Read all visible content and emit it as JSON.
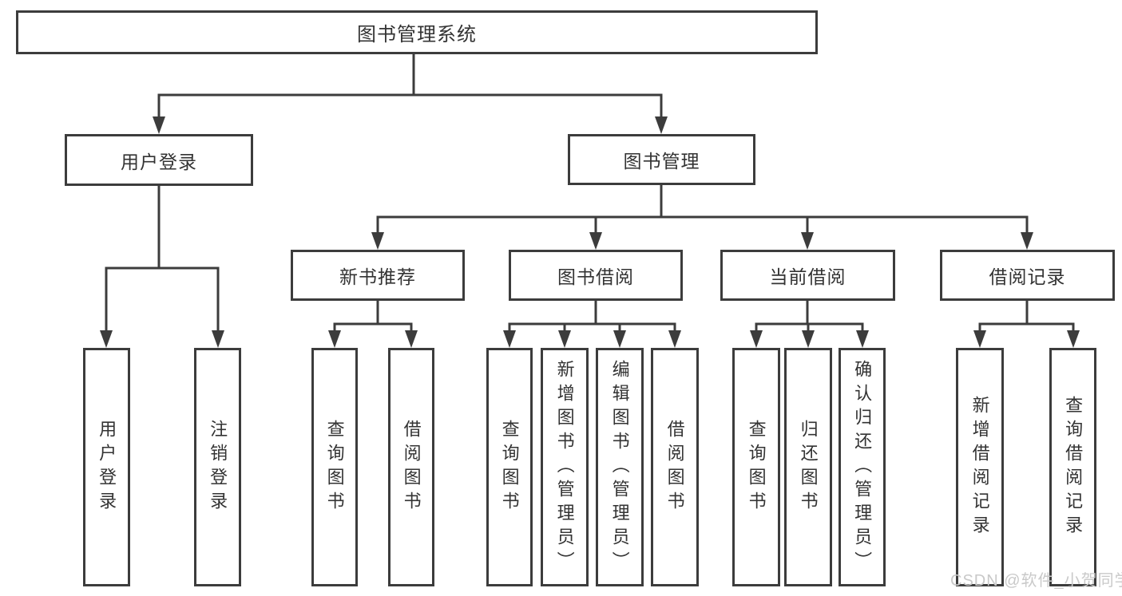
{
  "diagram": {
    "type": "hierarchy-tree",
    "root": {
      "label": "图书管理系统"
    },
    "level2": [
      {
        "label": "用户登录"
      },
      {
        "label": "图书管理"
      }
    ],
    "level3": [
      {
        "label": "新书推荐",
        "parent": "图书管理"
      },
      {
        "label": "图书借阅",
        "parent": "图书管理"
      },
      {
        "label": "当前借阅",
        "parent": "图书管理"
      },
      {
        "label": "借阅记录",
        "parent": "图书管理"
      }
    ],
    "leaves": [
      {
        "label": "用户登录",
        "parent": "用户登录"
      },
      {
        "label": "注销登录",
        "parent": "用户登录"
      },
      {
        "label": "查询图书",
        "parent": "新书推荐"
      },
      {
        "label": "借阅图书",
        "parent": "新书推荐"
      },
      {
        "label": "查询图书",
        "parent": "图书借阅"
      },
      {
        "label": "新增图书（管理员）",
        "parent": "图书借阅"
      },
      {
        "label": "编辑图书（管理员）",
        "parent": "图书借阅"
      },
      {
        "label": "借阅图书",
        "parent": "图书借阅"
      },
      {
        "label": "查询图书",
        "parent": "当前借阅"
      },
      {
        "label": "归还图书",
        "parent": "当前借阅"
      },
      {
        "label": "确认归还（管理员）",
        "parent": "当前借阅"
      },
      {
        "label": "新增借阅记录",
        "parent": "借阅记录"
      },
      {
        "label": "查询借阅记录",
        "parent": "借阅记录"
      }
    ],
    "watermark": "CSDN @软件_小贺同学",
    "colors": {
      "line": "#3c3c3c",
      "border": "#3c3c3c",
      "text": "#333333",
      "watermark": "#c9c9c9",
      "background": "#ffffff"
    }
  }
}
